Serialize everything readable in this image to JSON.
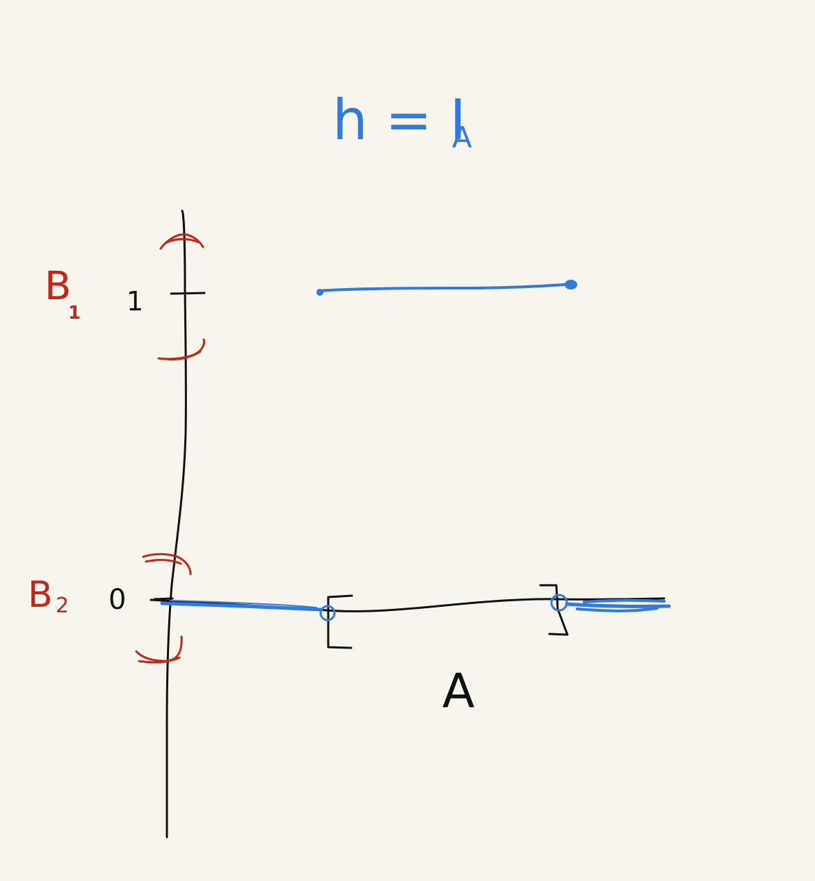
{
  "diagram": {
    "title": {
      "main": "h = I",
      "subscript": "A"
    },
    "y_axis": {
      "tick_top_label": "1",
      "tick_bottom_label": "0"
    },
    "x_axis": {
      "interval_label": "A"
    },
    "neighborhoods": [
      {
        "label_main": "B",
        "label_sub": "1"
      },
      {
        "label_main": "B",
        "label_sub": "2"
      }
    ],
    "colors": {
      "background": "#f8f6ec",
      "axis_ink": "#111111",
      "function_ink": "#2f7ae5",
      "neighborhood_ink": "#c0281c"
    }
  }
}
